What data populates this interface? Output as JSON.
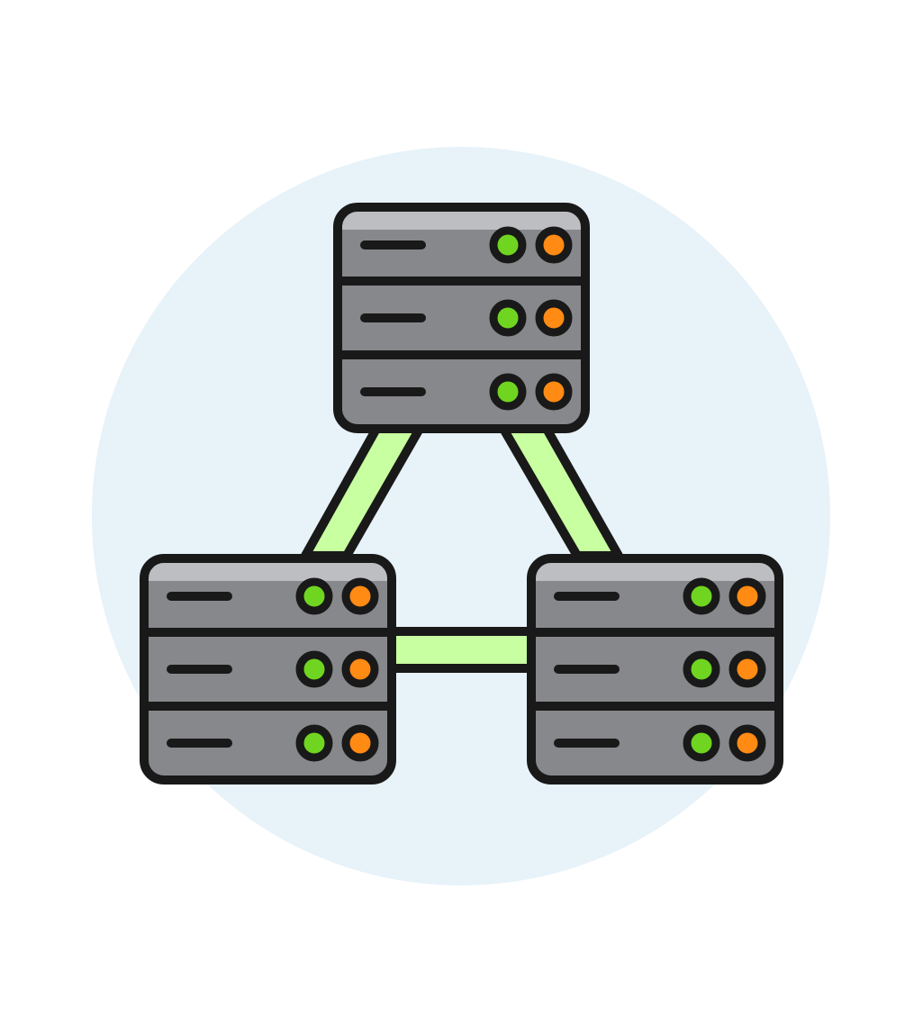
{
  "illustration": {
    "subject": "server-network-icon",
    "colors": {
      "background": "#ffffff",
      "circle": "#e7f2f9",
      "outline": "#191919",
      "server_body": "#87888b",
      "server_highlight": "#bdbec1",
      "link": "#c8ffa0",
      "led_green": "#6fd520",
      "led_orange": "#ff8a14"
    },
    "servers": [
      {
        "id": "top",
        "units": 3,
        "leds": [
          "green",
          "orange"
        ]
      },
      {
        "id": "bottom-left",
        "units": 3,
        "leds": [
          "green",
          "orange"
        ]
      },
      {
        "id": "bottom-right",
        "units": 3,
        "leds": [
          "green",
          "orange"
        ]
      }
    ],
    "links": [
      {
        "from": "top",
        "to": "bottom-left"
      },
      {
        "from": "top",
        "to": "bottom-right"
      },
      {
        "from": "bottom-left",
        "to": "bottom-right"
      }
    ]
  }
}
